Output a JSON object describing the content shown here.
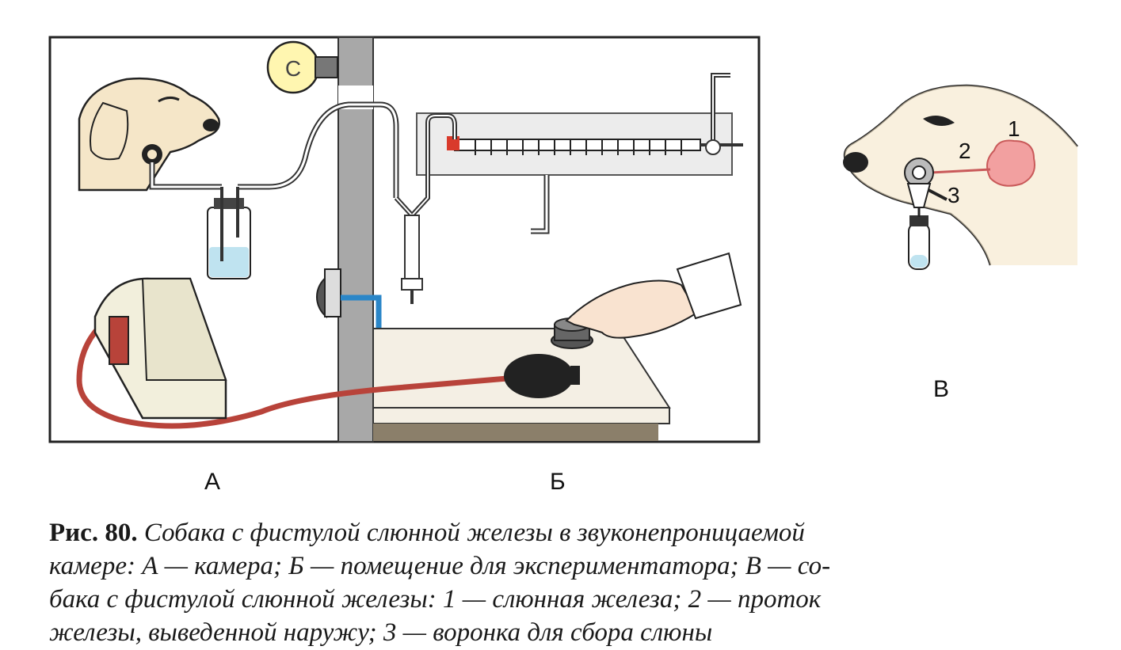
{
  "panels": {
    "a": "А",
    "b": "Б",
    "v": "В"
  },
  "bulb_letter": "С",
  "numbers": [
    "1",
    "2",
    "3"
  ],
  "caption": {
    "fig_num": "Рис. 80.",
    "line1": "Собака с фистулой слюнной железы в звуконепроницаемой",
    "line2": "камере: А — камера; Б — помещение для экспериментатора; В — со-",
    "line3": "бака с фистулой слюнной железы: 1 — слюнная железа; 2 — проток",
    "line4": "железы, выведенной наружу; 3 — воронка для сбора слюны"
  },
  "colors": {
    "frame": "#222222",
    "wall": "#a8a8a8",
    "water": "#bfe3f0",
    "blue_tube": "#2a86c8",
    "red_tube": "#b8433a",
    "gland": "#f2a0a0",
    "skin": "#f5e6c8",
    "bulb": "#fff6b0"
  }
}
